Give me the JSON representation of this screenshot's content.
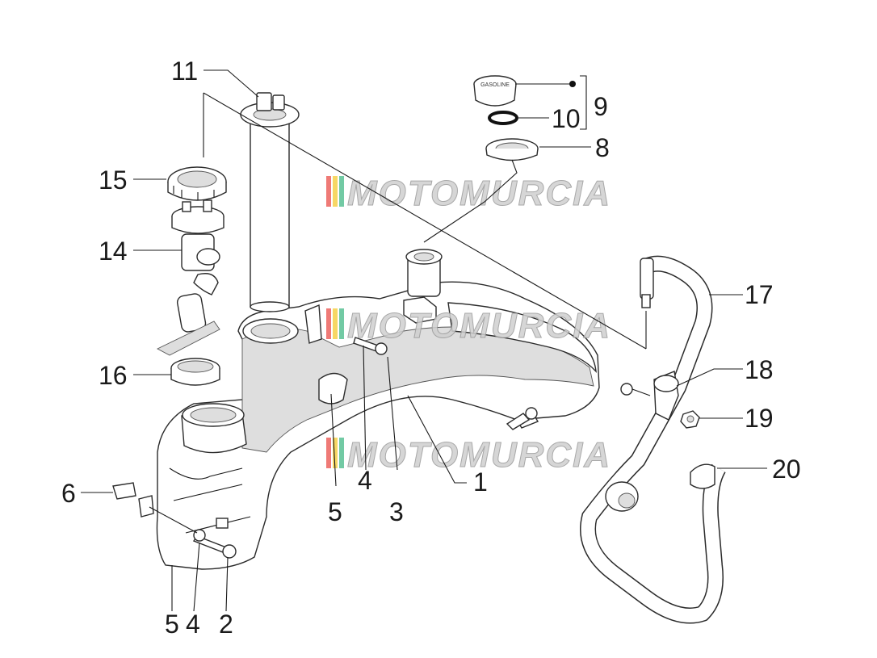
{
  "watermark": {
    "text": "MOTOMURCIA",
    "stripe_colors": [
      "#e8423c",
      "#f3c623",
      "#36b37e"
    ]
  },
  "callouts": {
    "c1": "1",
    "c2": "2",
    "c3": "3",
    "c4a": "4",
    "c4b": "4",
    "c5a": "5",
    "c5b": "5",
    "c6": "6",
    "c8": "8",
    "c9": "9",
    "c10": "10",
    "c11": "11",
    "c14": "14",
    "c15": "15",
    "c16": "16",
    "c17": "17",
    "c18": "18",
    "c19": "19",
    "c20": "20"
  },
  "cap_label": "GASOLINE"
}
